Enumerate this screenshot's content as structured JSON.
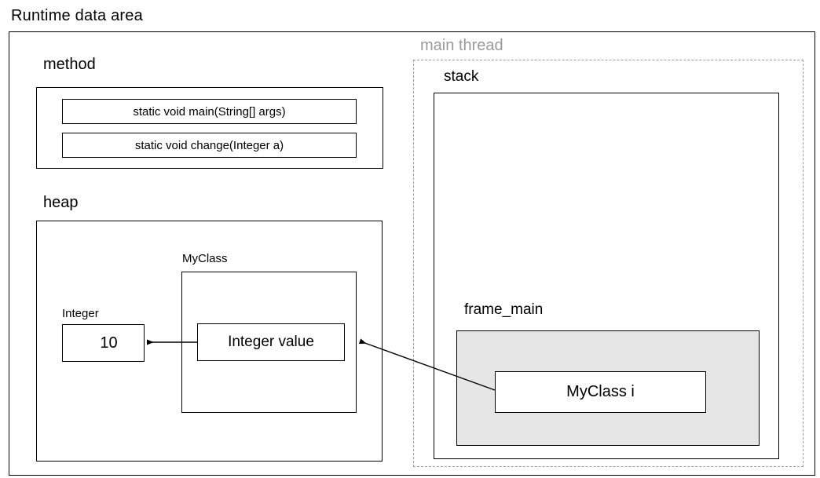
{
  "diagram": {
    "title": "Runtime data area",
    "method_area": {
      "label": "method",
      "methods": [
        "static void main(String[] args)",
        "static void change(Integer a)"
      ]
    },
    "heap_area": {
      "label": "heap",
      "integer_object": {
        "label": "Integer",
        "value": "10"
      },
      "myclass_object": {
        "label": "MyClass",
        "field": "Integer value"
      }
    },
    "thread_area": {
      "label": "main thread",
      "stack": {
        "label": "stack",
        "frame": {
          "label": "frame_main",
          "variable": "MyClass i"
        }
      }
    },
    "colors": {
      "frame_fill": "#e6e6e6",
      "thread_label": "#9a9a9a",
      "line": "#000000",
      "dashed_border": "#9a9a9a",
      "background": "#ffffff"
    }
  }
}
